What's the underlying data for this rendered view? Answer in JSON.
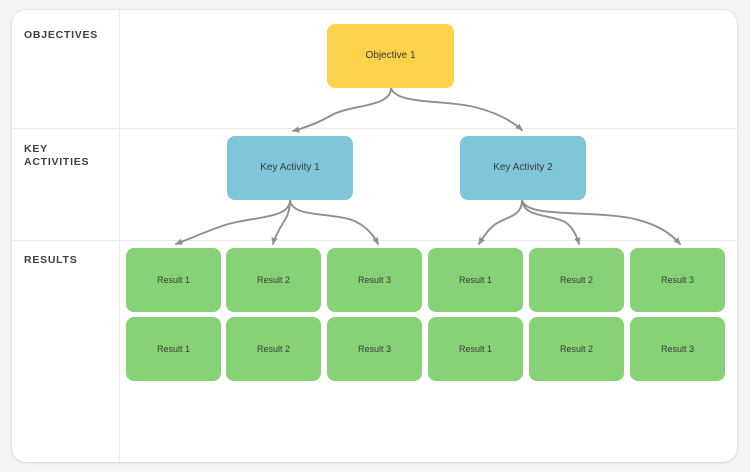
{
  "board": {
    "background_color": "#f4f4f4",
    "card_color": "#ffffff",
    "divider_color": "#eceaea"
  },
  "rows": [
    {
      "id": "objectives",
      "label": "OBJECTIVES"
    },
    {
      "id": "key-activities",
      "label": "KEY\nACTIVITIES",
      "label_line1": "KEY",
      "label_line2": "ACTIVITIES"
    },
    {
      "id": "results",
      "label": "RESULTS"
    }
  ],
  "nodes": {
    "objective": {
      "label": "Objective 1",
      "color": "#fcd24b"
    },
    "activities": [
      {
        "label": "Key Activity 1",
        "color": "#7ec6d8"
      },
      {
        "label": "Key Activity 2",
        "color": "#7ec6d8"
      }
    ],
    "results_row_1": [
      {
        "label": "Result 1",
        "color": "#87d177"
      },
      {
        "label": "Result 2",
        "color": "#87d177"
      },
      {
        "label": "Result 3",
        "color": "#87d177"
      },
      {
        "label": "Result 1",
        "color": "#87d177"
      },
      {
        "label": "Result 2",
        "color": "#87d177"
      },
      {
        "label": "Result 3",
        "color": "#87d177"
      }
    ],
    "results_row_2": [
      {
        "label": "Result 1",
        "color": "#87d177"
      },
      {
        "label": "Result 2",
        "color": "#87d177"
      },
      {
        "label": "Result 3",
        "color": "#87d177"
      },
      {
        "label": "Result 1",
        "color": "#87d177"
      },
      {
        "label": "Result 2",
        "color": "#87d177"
      },
      {
        "label": "Result 3",
        "color": "#87d177"
      }
    ]
  },
  "connectors": {
    "color": "#8f8f8f",
    "count": 8
  }
}
